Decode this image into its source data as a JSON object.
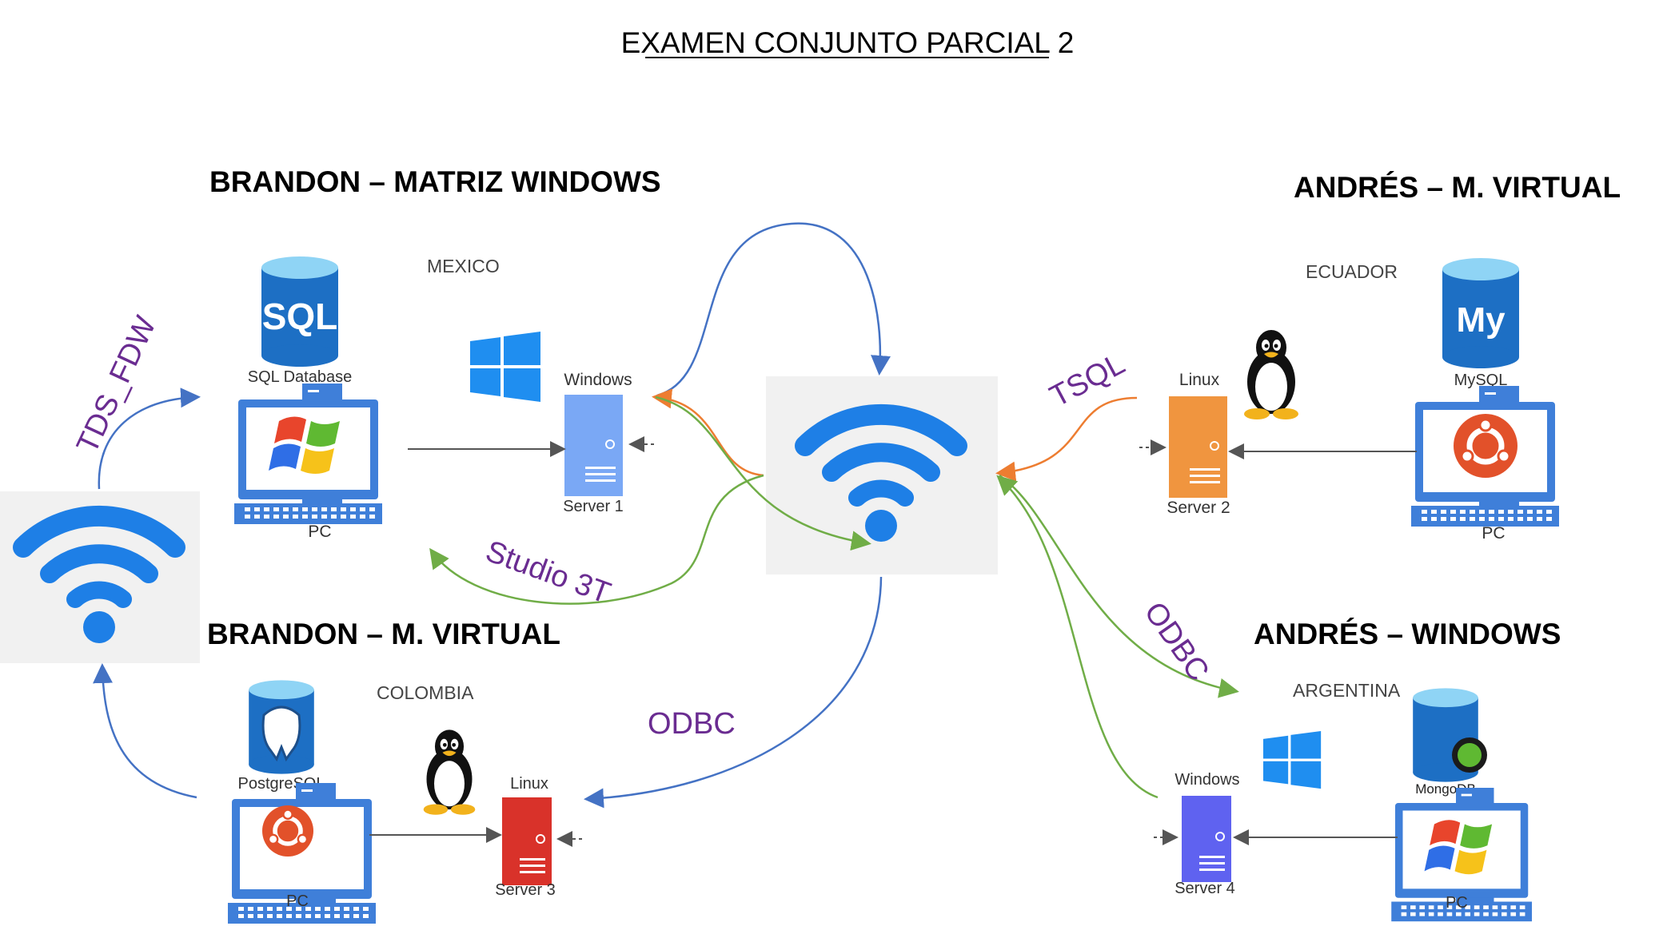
{
  "title": "EXAMEN CONJUNTO PARCIAL 2",
  "sections": {
    "brandon_matriz": "BRANDON – MATRIZ WINDOWS",
    "brandon_virtual": "BRANDON – M. VIRTUAL",
    "andres_virtual": "ANDRÉS – M. VIRTUAL",
    "andres_windows": "ANDRÉS – WINDOWS"
  },
  "countries": {
    "mexico": "MEXICO",
    "colombia": "COLOMBIA",
    "ecuador": "ECUADOR",
    "argentina": "ARGENTINA"
  },
  "databases": {
    "sql": "SQL Database",
    "sql_logo": "SQL",
    "postgres": "PostgreSQL",
    "mysql": "MySQL",
    "mysql_logo": "My",
    "mongo": "MongoDB"
  },
  "os": {
    "windows": "Windows",
    "linux": "Linux"
  },
  "servers": {
    "s1": "Server 1",
    "s2": "Server 2",
    "s3": "Server 3",
    "s4": "Server 4"
  },
  "pc_label": "PC",
  "protocols": {
    "tds_fdw": "TDS_FDW",
    "studio3t": "Studio 3T",
    "tsql": "TSQL",
    "odbc_top": "ODBC",
    "odbc_bottom": "ODBC"
  },
  "colors": {
    "blue_arrow": "#4472c4",
    "green_arrow": "#70ad47",
    "orange_arrow": "#ed7d31",
    "protocol_text": "#6a2c91",
    "server1": "#7aa8f5",
    "server2": "#f0953f",
    "server3": "#d9322a",
    "server4": "#5f62f0",
    "db_blue": "#1d6fc4",
    "wifi": "#1e7fe6"
  },
  "icons": [
    "wifi-icon",
    "database-icon",
    "pc-icon",
    "server-icon",
    "windows-logo-icon",
    "linux-tux-icon",
    "ubuntu-icon",
    "windows-xp-logo-icon"
  ]
}
